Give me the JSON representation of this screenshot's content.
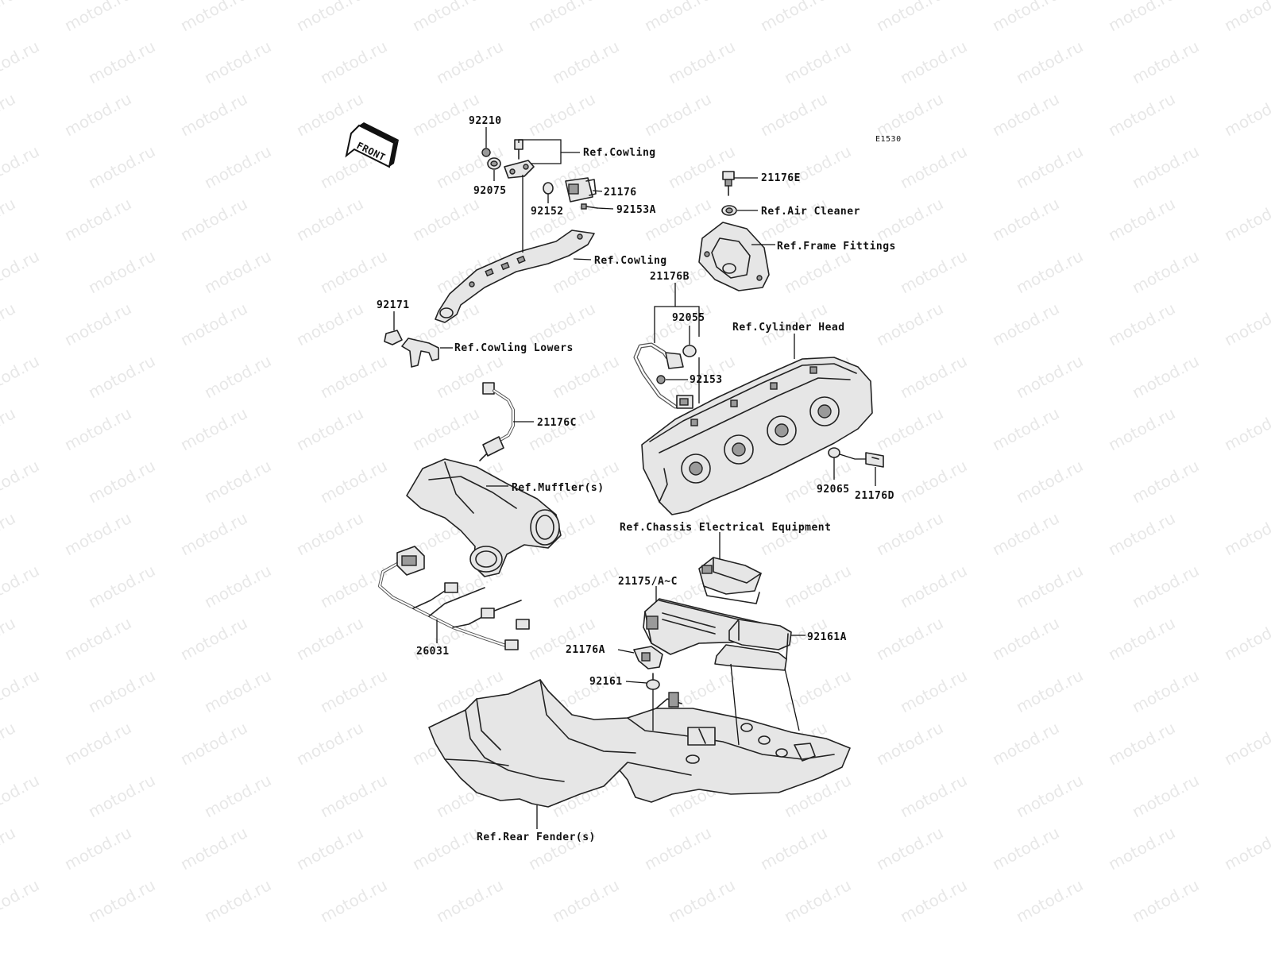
{
  "diagram_code": "E1530",
  "front_label": "FRONT",
  "watermark_text": "motod.ru",
  "part_numbers": {
    "p92210": "92210",
    "p92075": "92075",
    "p21176": "21176",
    "p92152": "92152",
    "p92153A": "92153A",
    "p21176E": "21176E",
    "p21176B": "21176B",
    "p92055": "92055",
    "p92153": "92153",
    "p92171": "92171",
    "p21176C": "21176C",
    "p92065": "92065",
    "p21176D": "21176D",
    "p21175": "21175/A~C",
    "p21176A": "21176A",
    "p92161": "92161",
    "p92161A": "92161A",
    "p26031": "26031"
  },
  "references": {
    "cowling_top": "Ref.Cowling",
    "cowling_mid": "Ref.Cowling",
    "air_cleaner": "Ref.Air Cleaner",
    "frame_fittings": "Ref.Frame Fittings",
    "cylinder_head": "Ref.Cylinder Head",
    "cowling_lowers": "Ref.Cowling Lowers",
    "muffler": "Ref.Muffler(s)",
    "chassis_electrical": "Ref.Chassis Electrical Equipment",
    "rear_fender": "Ref.Rear Fender(s)"
  }
}
